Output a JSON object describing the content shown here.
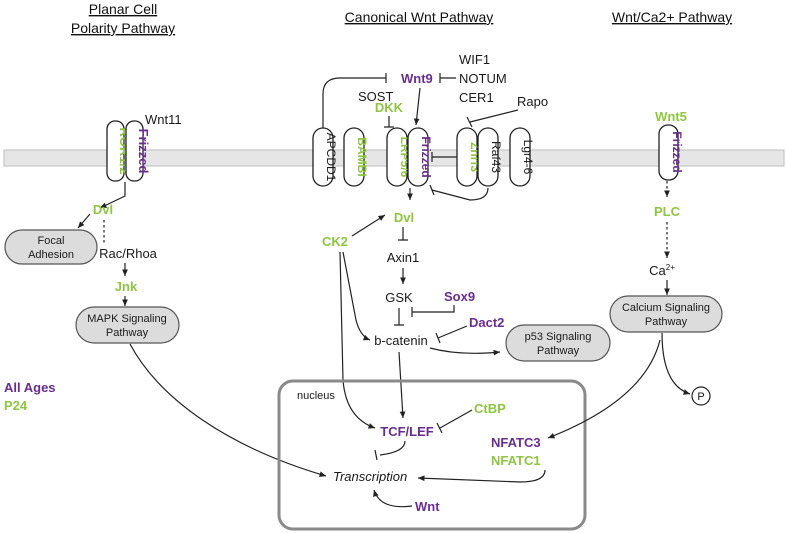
{
  "headers": {
    "pcp_line1": "Planar Cell",
    "pcp_line2": "Polarity Pathway",
    "canonical": "Canonical Wnt Pathway",
    "ca2": "Wnt/Ca2+ Pathway"
  },
  "pcp": {
    "wnt11": "Wnt11",
    "ror": "ROR1/2",
    "frizzled": "Frizzed",
    "dvl": "Dvl",
    "focal_line1": "Focal",
    "focal_line2": "Adhesion",
    "rac_rhoa": "Rac/Rhoa",
    "jnk": "Jnk",
    "mapk_line1": "MAPK Signaling",
    "mapk_line2": "Pathway"
  },
  "canonical": {
    "wif1": "WIF1",
    "notum": "NOTUM",
    "cer1": "CER1",
    "wnt9": "Wnt9",
    "sost": "SOST",
    "dkk": "DKK",
    "rapo": "Rapo",
    "apcdd1": "APCDD1",
    "bambi": "BAMBI",
    "lrp56": "LRP5/6",
    "frizzled": "Frizzed",
    "znrf3": "Znrf3",
    "raf43": "Raf43",
    "lgr46": "Lgr4-6",
    "dvl": "Dvl",
    "ck2": "CK2",
    "axin1": "Axin1",
    "gsk": "GSK",
    "sox9": "Sox9",
    "dact2": "Dact2",
    "bcatenin": "b-catenin",
    "p53_line1": "p53 Signaling",
    "p53_line2": "Pathway"
  },
  "nucleus": {
    "label": "nucleus",
    "ctbp": "CtBP",
    "tcf_lef": "TCF/LEF",
    "transcription": "Transcription",
    "wnt": "Wnt",
    "nfatc3": "NFATC3",
    "nfatc1": "NFATC1"
  },
  "ca2": {
    "wnt5": "Wnt5",
    "frizzled": "Frizzed",
    "plc": "PLC",
    "ca": "Ca",
    "ca_sup": "2+",
    "calcium_line1": "Calcium Signaling",
    "calcium_line2": "Pathway",
    "p": "P"
  },
  "legend": {
    "all_ages": "All Ages",
    "p24": "P24"
  },
  "colors": {
    "green": "#8dc63f",
    "purple": "#6a2c91",
    "membrane": "#e6e6e6"
  }
}
